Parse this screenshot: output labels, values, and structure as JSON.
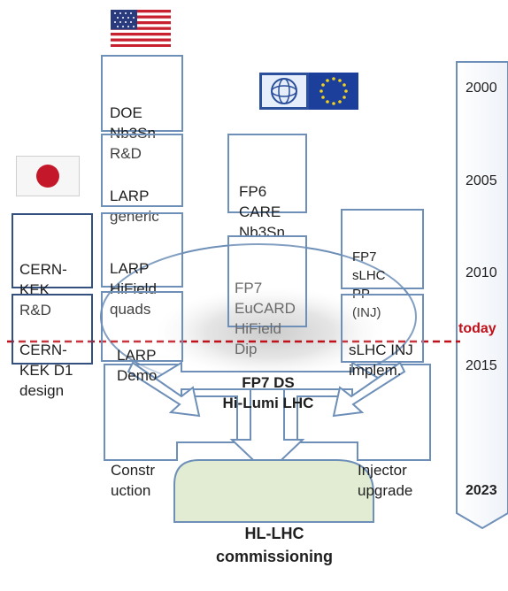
{
  "funding": {
    "us": {
      "line1": "DOE",
      "line2": "Nb3Sn",
      "line3": "R&D"
    },
    "larp_generic": {
      "line1": "LARP",
      "line2": "generic"
    },
    "larp_hifield": {
      "line1": "LARP",
      "line2": "HiField",
      "line3": "quads"
    },
    "larp_demo": {
      "line1": "LARP",
      "line2": "Demo"
    },
    "cern_kek_rd": {
      "line1": "CERN-",
      "line2": "KEK",
      "line3": "R&D"
    },
    "cern_kek_d1": {
      "line1": "CERN-",
      "line2": "KEK D1",
      "line3": "design"
    },
    "fp6": {
      "line1": "FP6",
      "line2": "CARE",
      "line3": "Nb3Sn"
    },
    "fp7_eucard": {
      "line1": "FP7",
      "line2": "EuCARD",
      "line3": "HiField",
      "line4": "Dip"
    },
    "fp7_slhc": {
      "line1": "FP7",
      "line2": "sLHC",
      "line3": "PP",
      "line4": "(INJ)"
    },
    "slhc_inj": {
      "line1": "sLHC INJ",
      "line2": "implem."
    }
  },
  "center": {
    "line1": "FP7 DS",
    "line2": "Hi-Lumi LHC"
  },
  "arrows": {
    "construction": {
      "line1": "Constr",
      "line2": "uction"
    },
    "injector": {
      "line1": "Injector",
      "line2": "upgrade"
    }
  },
  "goal": {
    "line1": "HL-LHC",
    "line2": "commissioning"
  },
  "timeline": {
    "years": [
      "2000",
      "2005",
      "2010",
      "2015",
      "2023"
    ],
    "today_label": "today"
  },
  "colors": {
    "box_border": "#6e8fb8",
    "box_border_dark": "#34507e",
    "today_line": "#c0101a",
    "goal_fill": "#e2ecd2",
    "eu_blue": "#1b3f9a"
  }
}
